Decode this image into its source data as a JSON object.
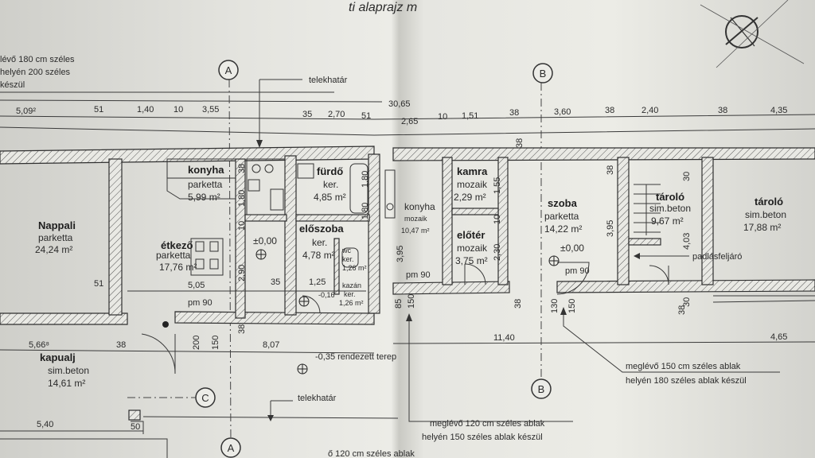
{
  "sheet": {
    "title_fragment": "ti alaprajz  m",
    "top_note": [
      "lévő 180 cm széles",
      "helyén 200 széles",
      "készül"
    ],
    "axes": [
      "A",
      "B",
      "C",
      "A",
      "B"
    ],
    "labels": {
      "telekhatar": "telekhatár",
      "rendezett_terep": "-0,35 rendezett terep",
      "padlasfeljaro": "padlásfeljáró",
      "pm90a": "pm 90",
      "pm90b": "pm 90",
      "pm90c": "pm 90",
      "zero_a": "±0,00",
      "zero_b": "±0,00",
      "minus016": "-0,16"
    },
    "notes": {
      "right": [
        "meglévő 150 cm széles ablak",
        "helyén 180 széles ablak készül"
      ],
      "bottom": [
        "meglévő 120 cm széles ablak",
        "helyén 150 széles ablak készül"
      ],
      "bottom_cut": "ő 120 cm széles ablak"
    },
    "rooms": [
      {
        "name": "Nappali",
        "finish": "parketta",
        "area": "24,24 m²"
      },
      {
        "name": "étkező",
        "finish": "parketta",
        "area": "17,76 m²"
      },
      {
        "name": "konyha",
        "finish": "parketta",
        "area": "5,99 m²"
      },
      {
        "name": "fürdő",
        "finish": "ker.",
        "area": "4,85 m²"
      },
      {
        "name": "előszoba",
        "finish": "ker.",
        "area": "4,78 m²"
      },
      {
        "name": "wc",
        "finish": "ker.",
        "area": "1,26 m²"
      },
      {
        "name": "kazán",
        "finish": "ker.",
        "area": "1,26 m²"
      },
      {
        "name": "konyha",
        "finish": "mozaik",
        "area": "10,47 m²"
      },
      {
        "name": "kamra",
        "finish": "mozaik",
        "area": "2,29 m²"
      },
      {
        "name": "előtér",
        "finish": "mozaik",
        "area": "3,75 m²"
      },
      {
        "name": "szoba",
        "finish": "parketta",
        "area": "14,22 m²"
      },
      {
        "name": "tároló",
        "finish": "sim.beton",
        "area": "9,67 m²"
      },
      {
        "name": "tároló",
        "finish": "sim.beton",
        "area": "17,88 m²"
      },
      {
        "name": "kapualj",
        "finish": "sim.beton",
        "area": "14,61 m²"
      }
    ],
    "top_dims": [
      "5,09²",
      "51",
      "1,40",
      "10",
      "3,55",
      "30,65",
      "35",
      "2,70",
      "51",
      "2,65",
      "10",
      "1,51",
      "38",
      "3,60",
      "38",
      "2,40",
      "38",
      "4,35"
    ],
    "bottom_dims": [
      "5,66⁸",
      "38",
      "8,07",
      "11,40",
      "4,65",
      "5,40",
      "50"
    ],
    "vertical_dims": [
      "38",
      "1,80",
      "10",
      "2,90",
      "38",
      "1,80",
      "1,80",
      "3,95",
      "38",
      "1,55",
      "10",
      "2,30",
      "3,95",
      "38",
      "4,03",
      "30",
      "200",
      "150",
      "85",
      "150",
      "38",
      "130",
      "150",
      "38",
      "30"
    ],
    "inner_dims": [
      "51",
      "35",
      "5,05",
      "1,25",
      "38",
      "38",
      "38",
      "38"
    ]
  }
}
